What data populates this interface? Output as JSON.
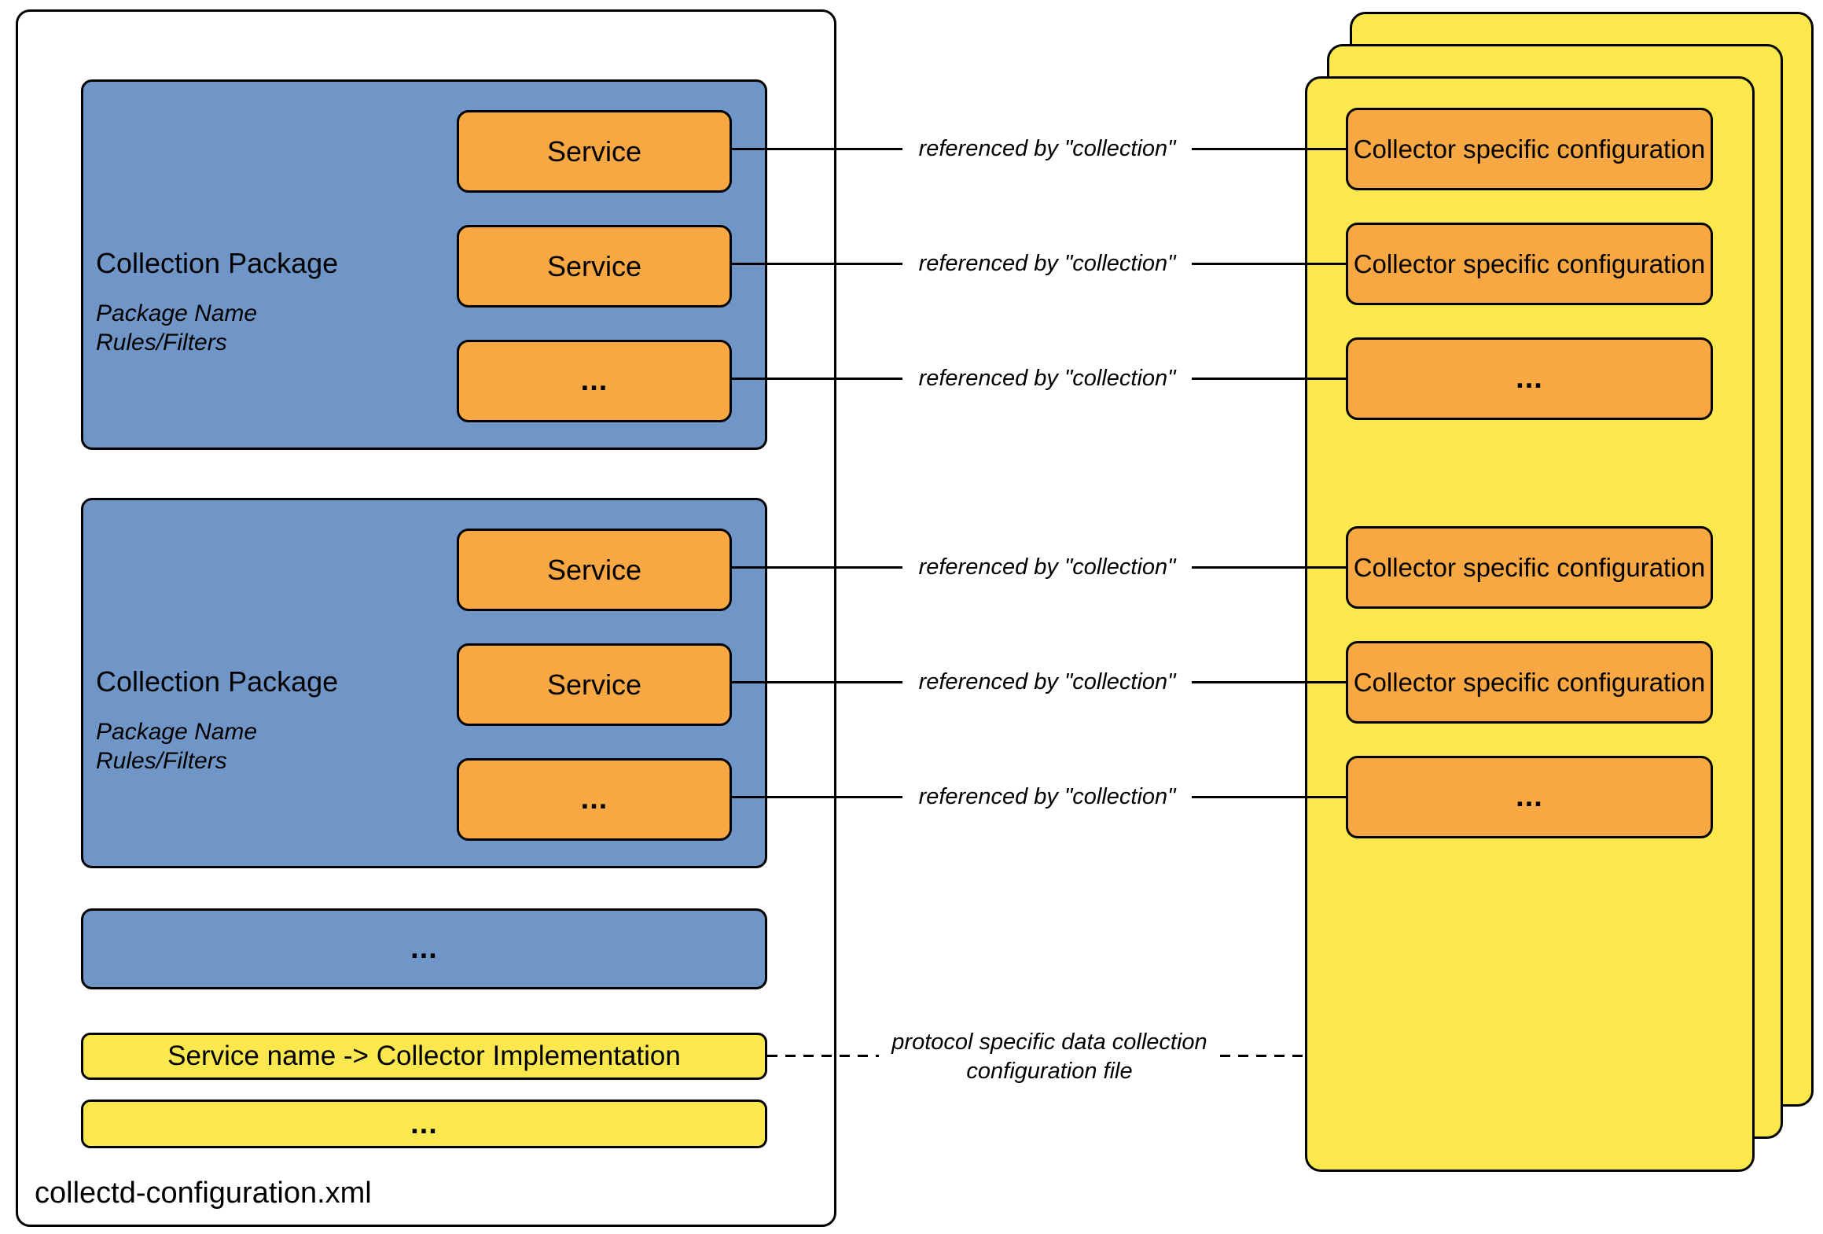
{
  "colors": {
    "package_blue": "#7096C8",
    "service_orange": "#F7A843",
    "page_yellow": "#FAE84E",
    "line_black": "#000000",
    "background": "#FFFFFF"
  },
  "file_box": {
    "label": "collectd-configuration.xml",
    "packages": [
      {
        "title": "Collection Package",
        "details": [
          "Package Name",
          "Rules/Filters"
        ],
        "services": [
          "Service",
          "Service",
          "..."
        ]
      },
      {
        "title": "Collection Package",
        "details": [
          "Package Name",
          "Rules/Filters"
        ],
        "services": [
          "Service",
          "Service",
          "..."
        ]
      }
    ],
    "more_packages": "...",
    "mapping": "Service name -> Collector Implementation",
    "more_mappings": "..."
  },
  "connectors": {
    "labels": [
      "referenced by \"collection\"",
      "referenced by \"collection\"",
      "referenced by \"collection\"",
      "referenced by \"collection\"",
      "referenced by \"collection\"",
      "referenced by \"collection\""
    ]
  },
  "dashed_connector": {
    "line1": "protocol specific data collection",
    "line2": "configuration file"
  },
  "collector_stack": {
    "page_count": 3,
    "boxes": [
      "Collector specific configuration",
      "Collector specific configuration",
      "...",
      "Collector specific configuration",
      "Collector specific configuration",
      "..."
    ]
  }
}
